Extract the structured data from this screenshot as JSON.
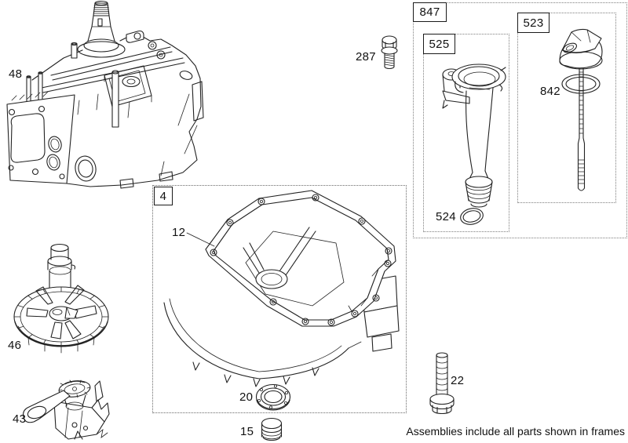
{
  "canvas": {
    "background": "#ffffff",
    "line_color": "#222222",
    "frame_border_color": "#7e7e7e"
  },
  "note": {
    "text": "Assemblies include all parts shown in frames"
  },
  "frames": {
    "f847": {
      "label": "847"
    },
    "f525": {
      "label": "525"
    },
    "f523": {
      "label": "523"
    },
    "f4": {
      "label": "4"
    }
  },
  "labels": {
    "p48": "48",
    "p46": "46",
    "p43": "43",
    "p12": "12",
    "p20": "20",
    "p15": "15",
    "p22": "22",
    "p287": "287",
    "p524": "524",
    "p842": "842"
  }
}
